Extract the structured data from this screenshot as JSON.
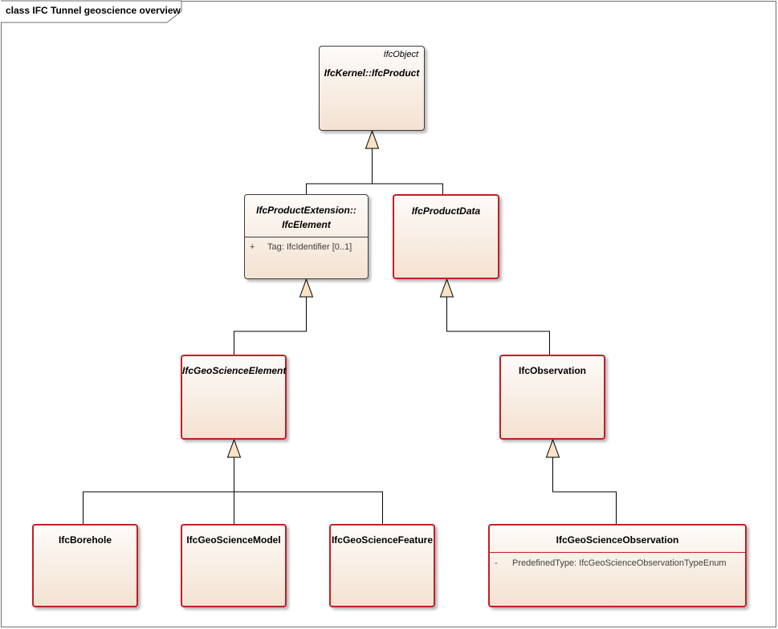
{
  "diagram": {
    "title": "class IFC Tunnel geoscience overview"
  },
  "classes": {
    "ifc_product": {
      "stereotype": "IfcObject",
      "name": "IfcKernel::IfcProduct",
      "abstract": true
    },
    "ifc_element": {
      "name_line1": "IfcProductExtension::",
      "name_line2": "IfcElement",
      "abstract": true,
      "attribute": {
        "visibility": "+",
        "text": "Tag: IfcIdentifier [0..1]"
      }
    },
    "ifc_product_data": {
      "name": "IfcProductData",
      "abstract": true
    },
    "ifc_geoscience_element": {
      "name": "IfcGeoScienceElement",
      "abstract": true
    },
    "ifc_observation": {
      "name": "IfcObservation",
      "abstract": false
    },
    "ifc_borehole": {
      "name": "IfcBorehole"
    },
    "ifc_geoscience_model": {
      "name": "IfcGeoScienceModel"
    },
    "ifc_geoscience_feature": {
      "name": "IfcGeoScienceFeature"
    },
    "ifc_geoscience_observation": {
      "name": "IfcGeoScienceObservation",
      "attribute": {
        "visibility": "-",
        "text": "PredefinedType: IfcGeoScienceObservationTypeEnum"
      }
    }
  },
  "relationships": [
    {
      "type": "generalization",
      "from": "IfcProductExtension::IfcElement",
      "to": "IfcKernel::IfcProduct"
    },
    {
      "type": "generalization",
      "from": "IfcProductData",
      "to": "IfcKernel::IfcProduct"
    },
    {
      "type": "generalization",
      "from": "IfcGeoScienceElement",
      "to": "IfcProductExtension::IfcElement"
    },
    {
      "type": "generalization",
      "from": "IfcObservation",
      "to": "IfcProductData"
    },
    {
      "type": "generalization",
      "from": "IfcBorehole",
      "to": "IfcGeoScienceElement"
    },
    {
      "type": "generalization",
      "from": "IfcGeoScienceModel",
      "to": "IfcGeoScienceElement"
    },
    {
      "type": "generalization",
      "from": "IfcGeoScienceFeature",
      "to": "IfcGeoScienceElement"
    },
    {
      "type": "generalization",
      "from": "IfcGeoScienceObservation",
      "to": "IfcObservation"
    }
  ],
  "colors": {
    "highlight_border": "#c41e25",
    "normal_border": "#3c3c3c",
    "class_fill": "#f8ece1",
    "arrow_fill": "#fbe2c2"
  }
}
